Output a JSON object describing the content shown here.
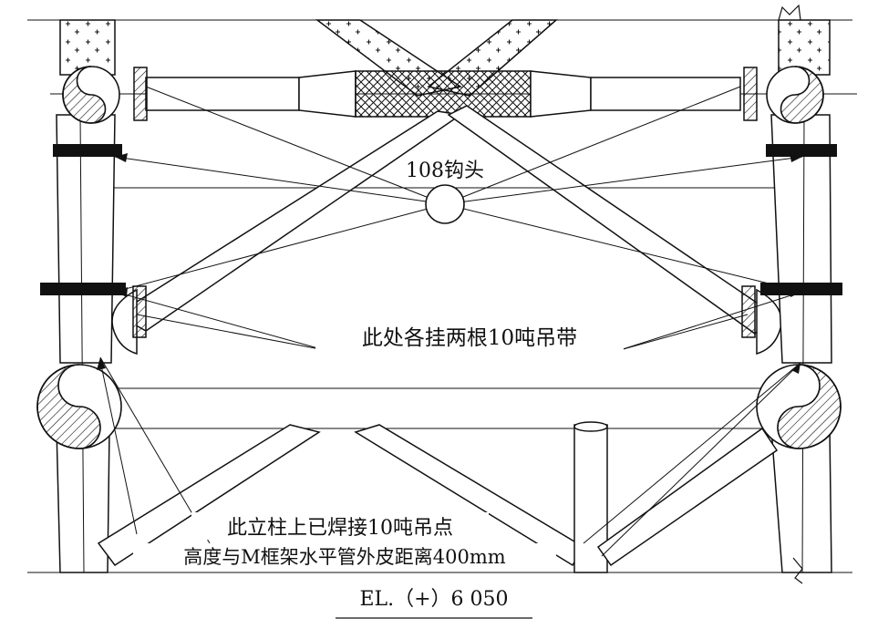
{
  "labels": {
    "hook": "108钩头",
    "hang_straps": "此处各挂两根10吨吊带",
    "lift_point_line1": "此立柱上已焊接10吨吊点",
    "lift_point_line2": "高度与M框架水平管外皮距离400mm",
    "elevation": "EL.（+）6 050"
  },
  "colors": {
    "ink": "#111111",
    "fill": "#ffffff",
    "band": "#111111"
  }
}
